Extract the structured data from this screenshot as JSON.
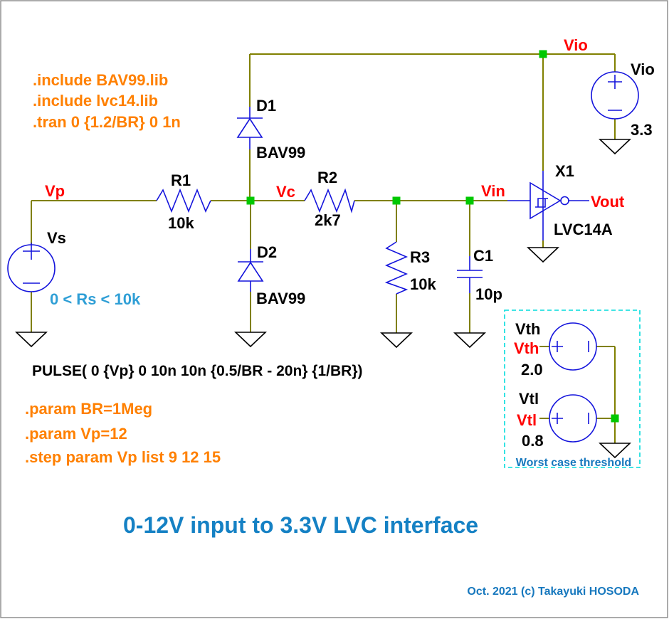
{
  "schematic": {
    "directives_top": [
      ".include BAV99.lib",
      ".include lvc14.lib",
      ".tran 0 {1.2/BR} 0 1n"
    ],
    "pulse_spec": "PULSE( 0 {Vp} 0 10n 10n {0.5/BR - 20n} {1/BR})",
    "directives_bottom": [
      ".param BR=1Meg",
      ".param Vp=12",
      ".step param Vp list 9 12 15"
    ],
    "net_labels": {
      "vp": "Vp",
      "vc": "Vc",
      "vin": "Vin",
      "vout": "Vout",
      "vio": "Vio",
      "vth": "Vth",
      "vtl": "Vtl"
    },
    "components": {
      "vs": {
        "name": "Vs"
      },
      "r1": {
        "name": "R1",
        "value": "10k"
      },
      "d1": {
        "name": "D1",
        "value": "BAV99"
      },
      "d2": {
        "name": "D2",
        "value": "BAV99"
      },
      "r2": {
        "name": "R2",
        "value": "2k7"
      },
      "r3": {
        "name": "R3",
        "value": "10k"
      },
      "c1": {
        "name": "C1",
        "value": "10p"
      },
      "x1": {
        "name": "X1",
        "value": "LVC14A"
      },
      "vio": {
        "name": "Vio",
        "value": "3.3"
      },
      "vth": {
        "name": "Vth",
        "value": "2.0"
      },
      "vtl": {
        "name": "Vtl",
        "value": "0.8"
      }
    },
    "annotations": {
      "rs_range": "0 < Rs < 10k",
      "threshold_note": "Worst case threshold"
    },
    "title": "0-12V input to 3.3V LVC interface",
    "credit": "Oct. 2021 (c) Takayuki HOSODA",
    "colors": {
      "wire": "#808000",
      "component": "#1414dc",
      "junction": "#00c800",
      "net_label": "#ff0000",
      "directive": "#ff8000",
      "annotation_blue": "#2f9fd6",
      "title_blue": "#1581c4",
      "box_cyan": "#00dcdc"
    }
  }
}
